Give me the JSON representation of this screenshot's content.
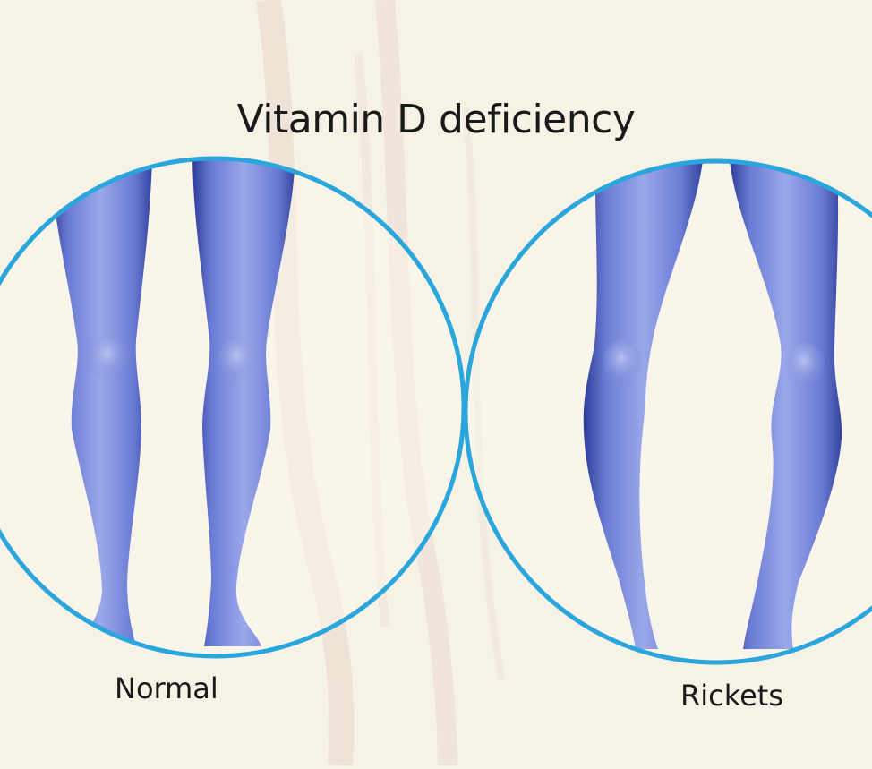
{
  "title": "Vitamin D deficiency",
  "panels": [
    {
      "label": "Normal",
      "leg_shape": "straight"
    },
    {
      "label": "Rickets",
      "leg_shape": "bowed"
    }
  ],
  "colors": {
    "background": "#f6f2e6",
    "ring": "#2aa6dd",
    "leg_light": "#8f9fe6",
    "leg_mid": "#6e80d8",
    "leg_dark": "#2d3b98",
    "text": "#1a1a1a"
  }
}
